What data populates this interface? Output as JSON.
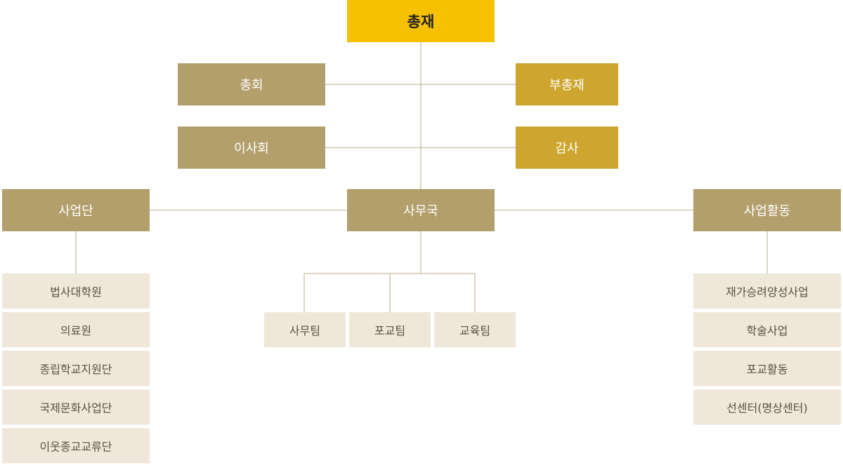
{
  "top": {
    "label": "총재"
  },
  "assembly": {
    "label": "총회"
  },
  "vice_president": {
    "label": "부총재"
  },
  "board": {
    "label": "이사회"
  },
  "audit": {
    "label": "감사"
  },
  "business_division": {
    "label": "사업단",
    "items": [
      "법사대학원",
      "의료원",
      "종립학교지원단",
      "국제문화사업단",
      "이웃종교교류단"
    ]
  },
  "secretariat": {
    "label": "사무국",
    "teams": [
      "사무팀",
      "포교팀",
      "교육팀"
    ]
  },
  "business_activities": {
    "label": "사업활동",
    "items": [
      "재가승려양성사업",
      "학술사업",
      "포교활동",
      "선센터(명상센터)"
    ]
  },
  "colors": {
    "head": "#f6c100",
    "olive": "#b39f6c",
    "gold": "#cea52f",
    "sub_bg": "#efe8da",
    "line": "#b9ad86"
  }
}
